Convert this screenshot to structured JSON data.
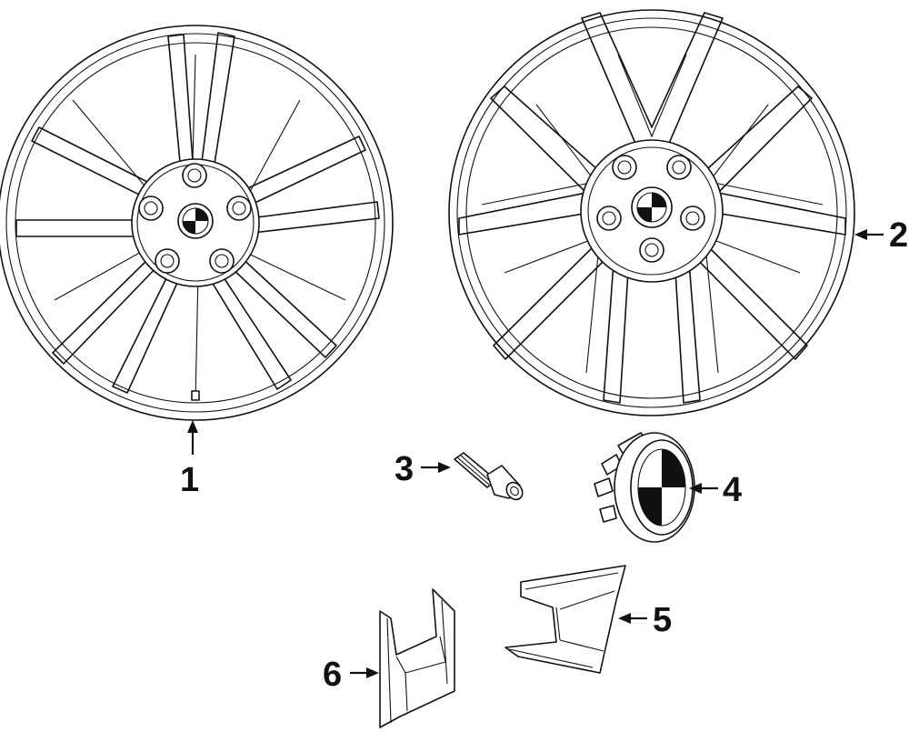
{
  "callouts": [
    {
      "id": "1",
      "label": "1"
    },
    {
      "id": "2",
      "label": "2"
    },
    {
      "id": "3",
      "label": "3"
    },
    {
      "id": "4",
      "label": "4"
    },
    {
      "id": "5",
      "label": "5"
    },
    {
      "id": "6",
      "label": "6"
    }
  ],
  "parts": {
    "p1": "alloy-wheel-double-spoke",
    "p2": "alloy-wheel-v-spoke",
    "p3": "lug-bolt",
    "p4": "center-cap",
    "p5": "wheel-insert-right",
    "p6": "wheel-insert-left"
  }
}
